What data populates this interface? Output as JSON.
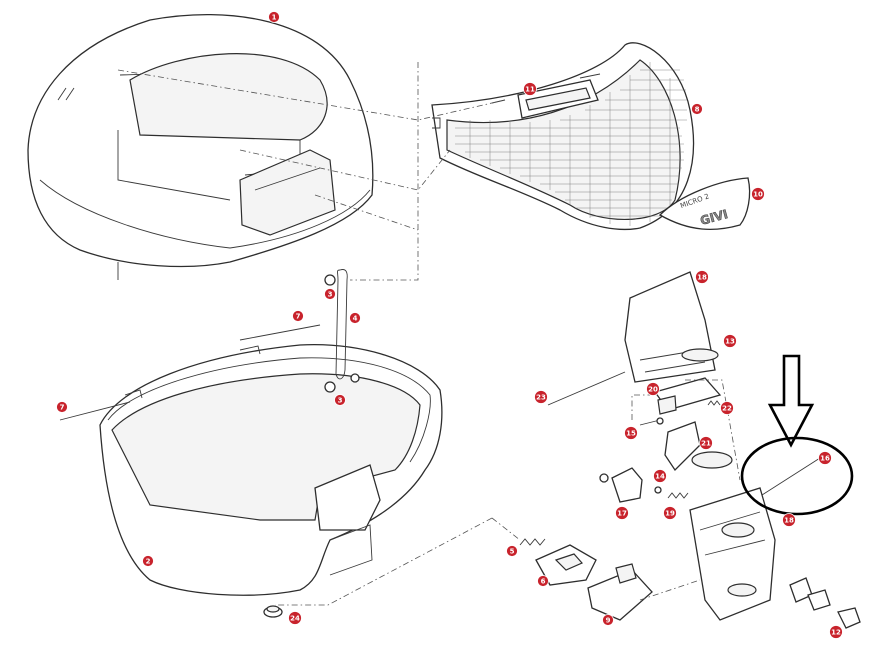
{
  "diagram": {
    "callout_color": "#c8232c",
    "callouts": [
      {
        "id": "1",
        "text": "1"
      },
      {
        "id": "2",
        "text": "2"
      },
      {
        "id": "3a",
        "text": "3"
      },
      {
        "id": "3b",
        "text": "3"
      },
      {
        "id": "4",
        "text": "4"
      },
      {
        "id": "5",
        "text": "5"
      },
      {
        "id": "6",
        "text": "6"
      },
      {
        "id": "7a",
        "text": "7"
      },
      {
        "id": "7b",
        "text": "7"
      },
      {
        "id": "8",
        "text": "8"
      },
      {
        "id": "9",
        "text": "9"
      },
      {
        "id": "10",
        "text": "10"
      },
      {
        "id": "11",
        "text": "11"
      },
      {
        "id": "12",
        "text": "12"
      },
      {
        "id": "13",
        "text": "13"
      },
      {
        "id": "14",
        "text": "14"
      },
      {
        "id": "15",
        "text": "15"
      },
      {
        "id": "16",
        "text": "16"
      },
      {
        "id": "17",
        "text": "17"
      },
      {
        "id": "18a",
        "text": "18"
      },
      {
        "id": "18b",
        "text": "18"
      },
      {
        "id": "19",
        "text": "19"
      },
      {
        "id": "20",
        "text": "20"
      },
      {
        "id": "21",
        "text": "21"
      },
      {
        "id": "22",
        "text": "22"
      },
      {
        "id": "23",
        "text": "23"
      },
      {
        "id": "24",
        "text": "24"
      }
    ],
    "badge_text": "MICRO 2",
    "logo_text": "GIVI",
    "annotation": {
      "shape": "down-arrow-and-ellipse",
      "color": "#000000"
    }
  }
}
